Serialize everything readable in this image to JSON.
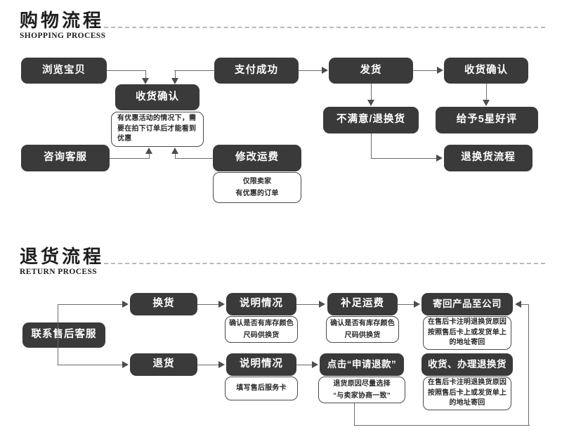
{
  "sections": [
    {
      "id": "shopping",
      "title_cn": "购物流程",
      "title_en": "SHOPPING PROCESS",
      "nodes": {
        "browse": "浏览宝贝",
        "confirm_receipt": "收货确认",
        "pay_success": "支付成功",
        "ship": "发货",
        "confirm_receipt2": "收货确认",
        "unsatisfied": "不满意/退换货",
        "five_star": "给予5星好评",
        "consult": "咨询客服",
        "modify_freight": "修改运费",
        "return_flow": "退换货流程"
      },
      "notes": {
        "promo": "有优惠活动的情况下，需要在拍下订单后才能看到优惠",
        "seller_only": "仅限卖家\n有优惠的订单"
      }
    },
    {
      "id": "return",
      "title_cn": "退货流程",
      "title_en": "RETURN PROCESS",
      "nodes": {
        "contact_service": "联系售后客服",
        "exchange": "换货",
        "explain_top": "说明情况",
        "pay_freight": "补足运费",
        "send_back": "寄回产品至公司",
        "refund": "退货",
        "explain_bottom": "说明情况",
        "apply_refund": "点击“申请退款”",
        "receive_process": "收货、办理退换货"
      },
      "notes": {
        "stock_check_top": "确认是否有库存颜色\n尺码供换货",
        "stock_check_mid": "确认是否有库存颜色\n尺码供换货",
        "send_back_note": "在售后卡注明退换货原因\n按照售后卡上或发货单上\n的地址寄回",
        "service_card": "填写售后服务卡",
        "refund_reason": "退货原因尽量选择\n“与卖家协商一致”",
        "receive_note": "在售后卡注明退换货原因\n按照售后卡上或发货单上\n的地址寄回"
      }
    }
  ],
  "colors": {
    "box_fill": "#3a3a3a",
    "box_text": "#ffffff",
    "note_border": "#4a4a4a",
    "note_text": "#2a2a2a",
    "line": "#6b6b6b",
    "arrow": "#4d4d4d",
    "rule_dash": "#b9b9b9",
    "background": "#ffffff"
  }
}
